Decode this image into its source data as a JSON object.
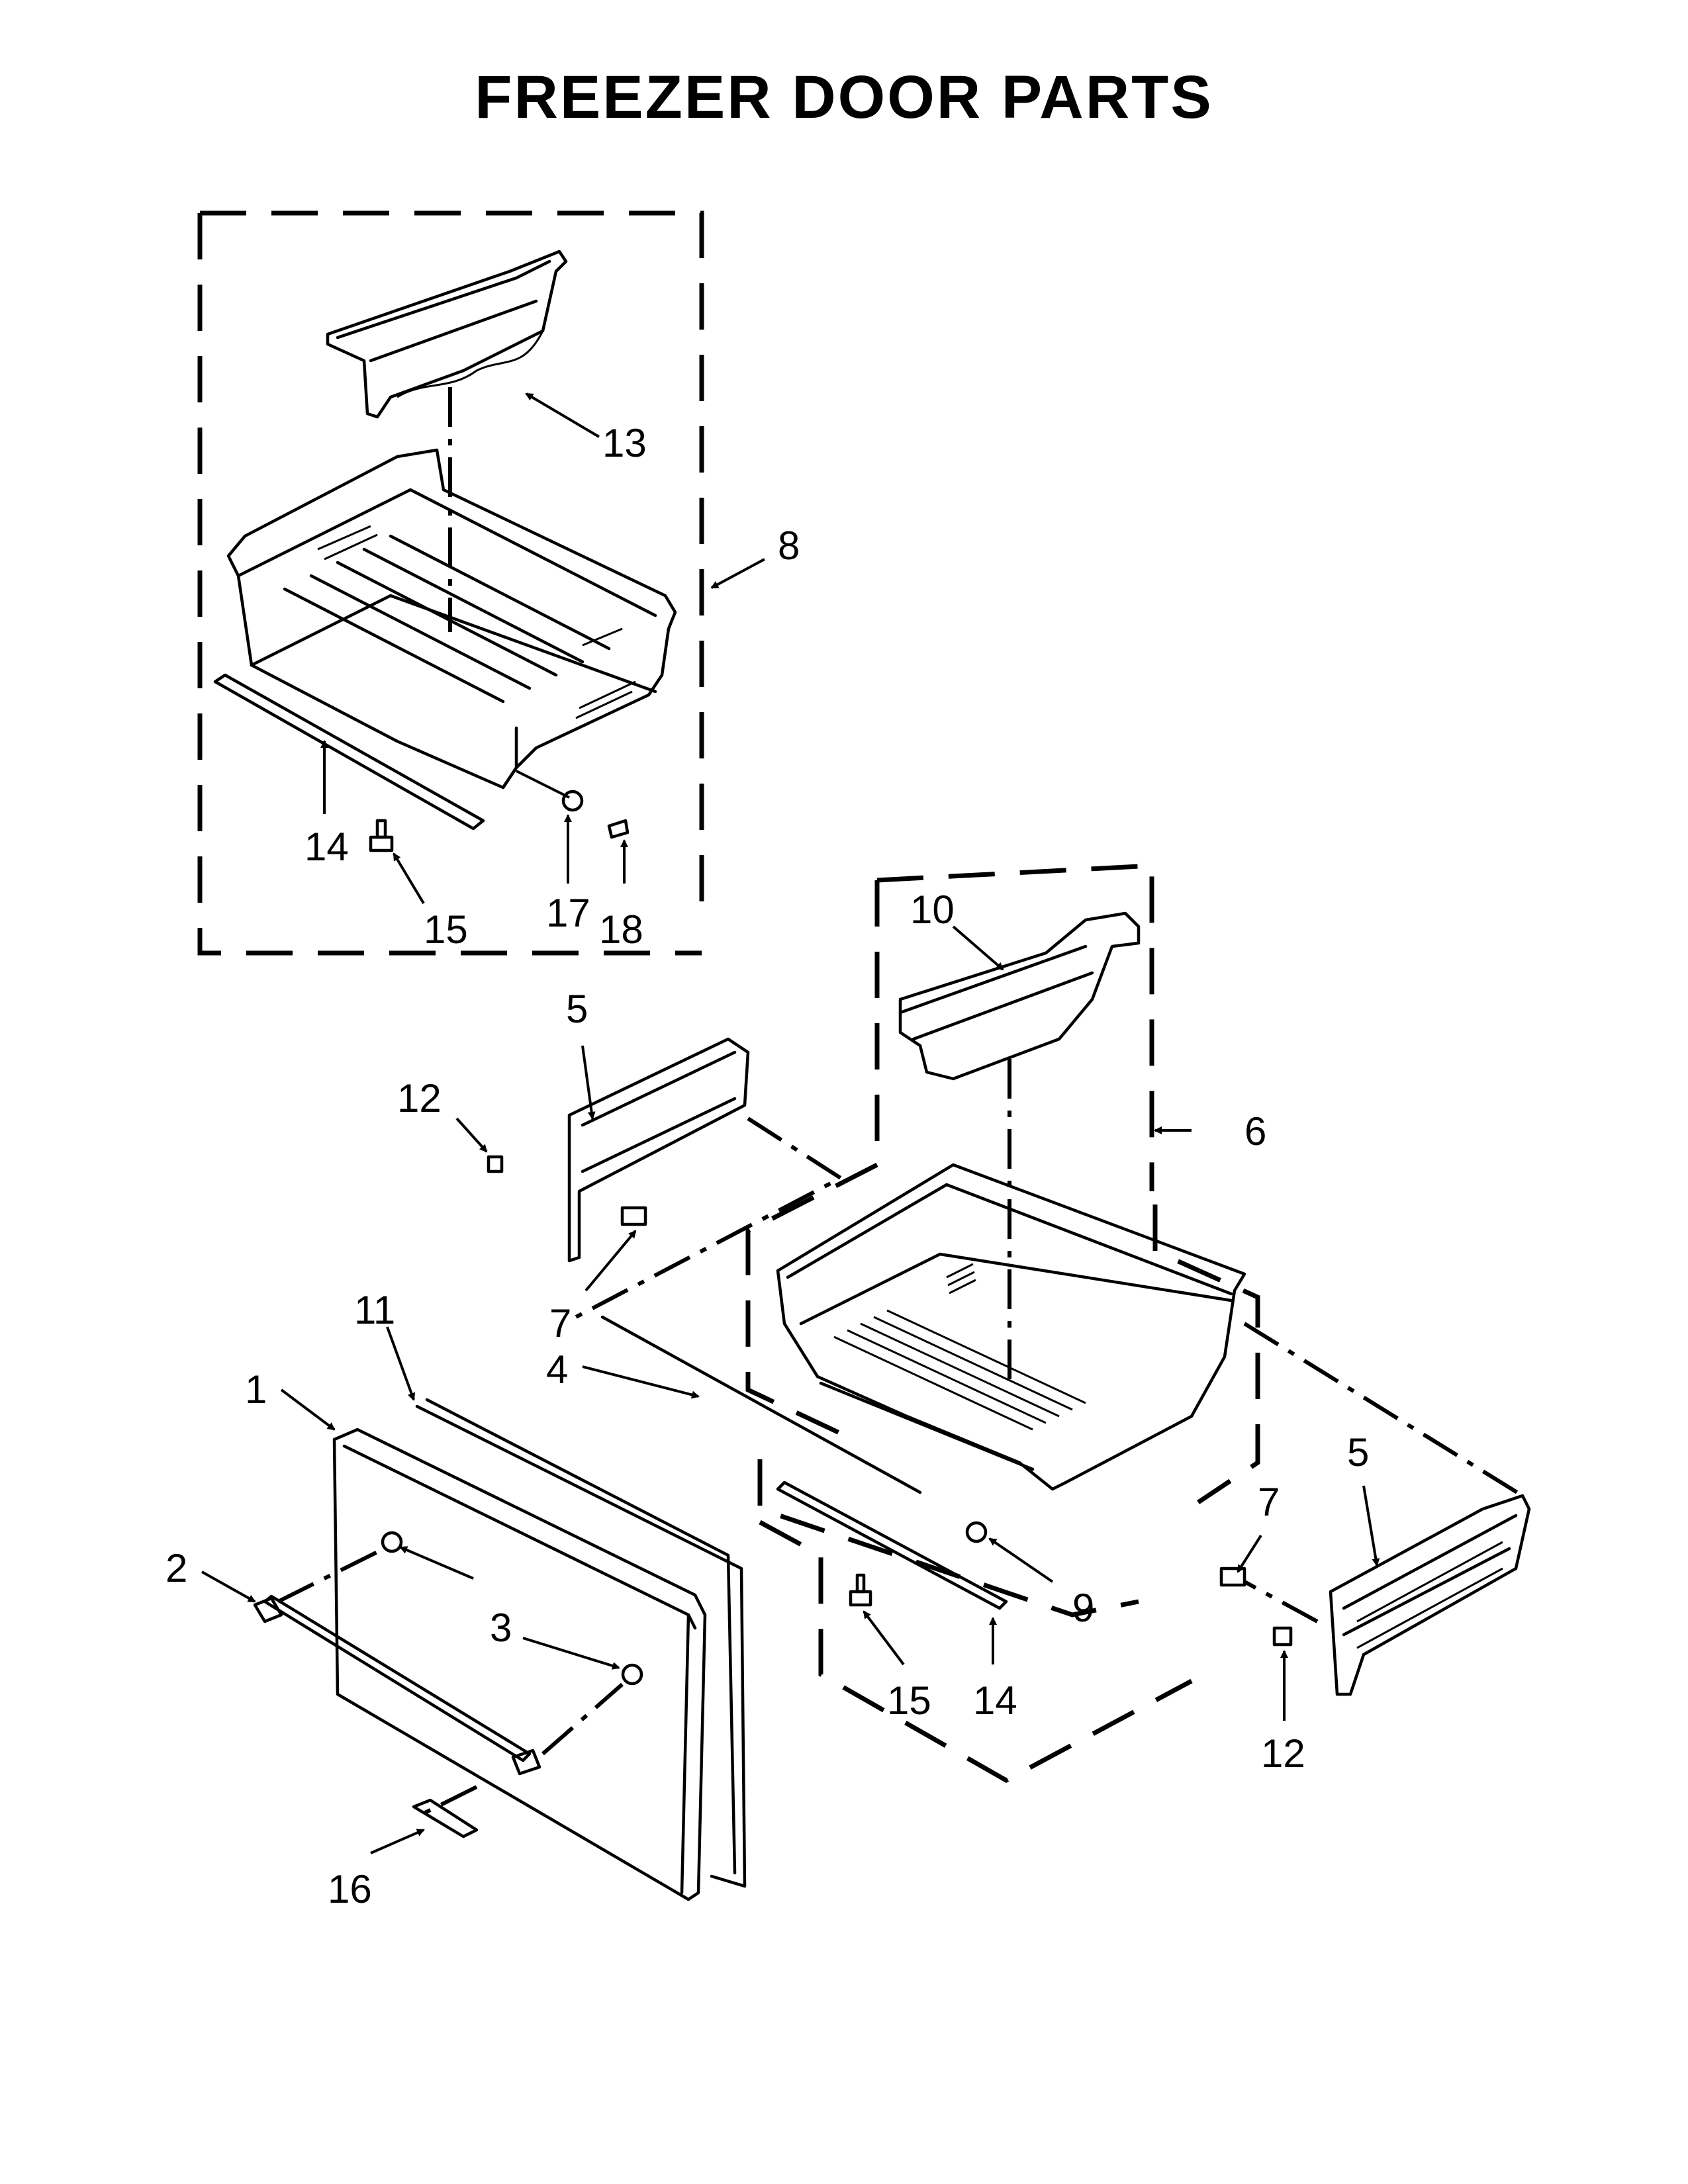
{
  "title": "FREEZER DOOR PARTS",
  "callouts": {
    "c1": "1",
    "c2": "2",
    "c3": "3",
    "c4": "4",
    "c5a": "5",
    "c5b": "5",
    "c6": "6",
    "c7a": "7",
    "c7b": "7",
    "c8": "8",
    "c9": "9",
    "c10": "10",
    "c11": "11",
    "c12a": "12",
    "c12b": "12",
    "c13": "13",
    "c14a": "14",
    "c14b": "14",
    "c15a": "15",
    "c15b": "15",
    "c16": "16",
    "c17": "17",
    "c18": "18"
  }
}
